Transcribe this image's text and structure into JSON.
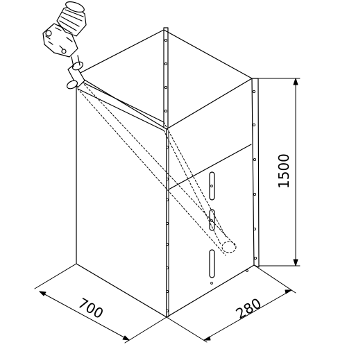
{
  "dimensions": {
    "width": "700",
    "depth": "280",
    "height": "1500"
  },
  "colors": {
    "line": "#000000",
    "background": "#ffffff"
  }
}
